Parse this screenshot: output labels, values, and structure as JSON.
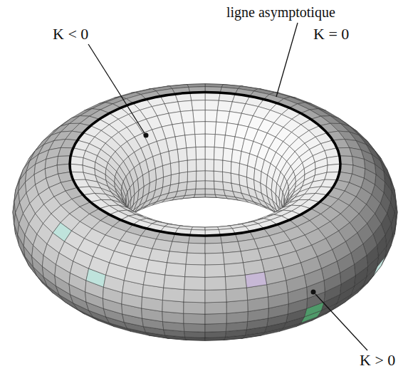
{
  "diagram": {
    "labels": [
      "ligne asymptotique",
      "K < 0",
      "K = 0",
      "K > 0"
    ]
  }
}
